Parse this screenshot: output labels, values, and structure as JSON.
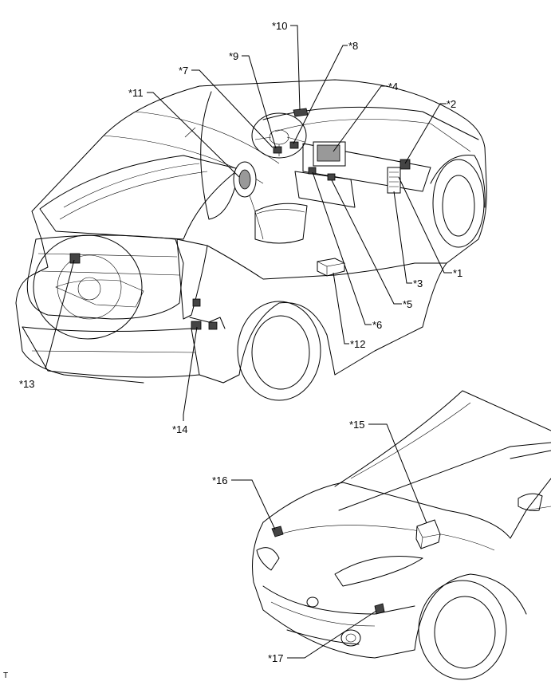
{
  "callouts": [
    {
      "id": "c1",
      "text": "*1"
    },
    {
      "id": "c2",
      "text": "*2"
    },
    {
      "id": "c3",
      "text": "*3"
    },
    {
      "id": "c4",
      "text": "*4"
    },
    {
      "id": "c5",
      "text": "*5"
    },
    {
      "id": "c6",
      "text": "*6"
    },
    {
      "id": "c7",
      "text": "*7"
    },
    {
      "id": "c8",
      "text": "*8"
    },
    {
      "id": "c9",
      "text": "*9"
    },
    {
      "id": "c10",
      "text": "*10"
    },
    {
      "id": "c11",
      "text": "*11"
    },
    {
      "id": "c12",
      "text": "*12"
    },
    {
      "id": "c13",
      "text": "*13"
    },
    {
      "id": "c14",
      "text": "*14"
    },
    {
      "id": "c15",
      "text": "*15"
    },
    {
      "id": "c16",
      "text": "*16"
    },
    {
      "id": "c17",
      "text": "*17"
    }
  ],
  "corner_mark": "T"
}
